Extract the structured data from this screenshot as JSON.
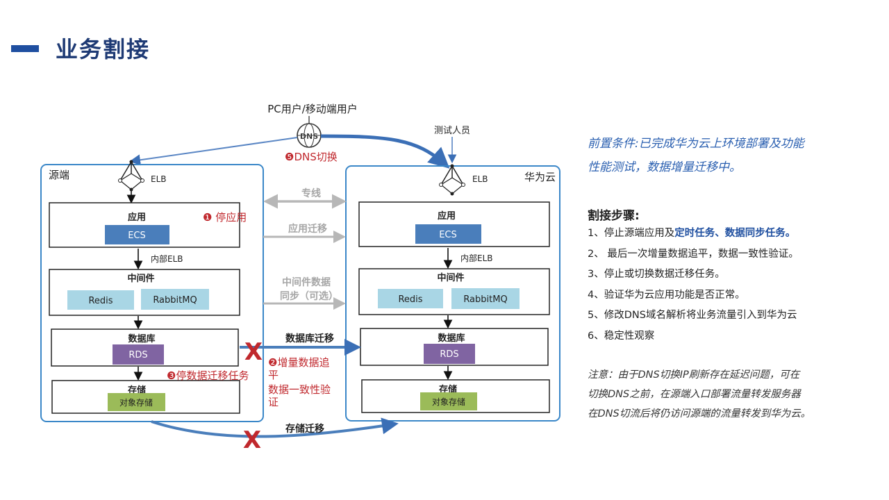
{
  "page": {
    "title": "业务割接",
    "accent": "#1f4fa0"
  },
  "diagram": {
    "users_label": "PC用户/移动端用户",
    "dns_icon": "DNS",
    "tester_label": "测试人员",
    "dns_switch": "❺DNS切换",
    "source": {
      "name": "源端",
      "elb": "ELB",
      "app": "应用",
      "ecs": "ECS",
      "inner_elb": "内部ELB",
      "middleware": "中间件",
      "redis": "Redis",
      "rabbitmq": "RabbitMQ",
      "database": "数据库",
      "rds": "RDS",
      "storage": "存储",
      "object_storage": "对象存储"
    },
    "target": {
      "name": "华为云",
      "elb": "ELB",
      "app": "应用",
      "ecs": "ECS",
      "inner_elb": "内部ELB",
      "middleware": "中间件",
      "redis": "Redis",
      "rabbitmq": "RabbitMQ",
      "database": "数据库",
      "rds": "RDS",
      "storage": "存储",
      "object_storage": "对象存储"
    },
    "links": {
      "dedicated_line": "专线",
      "app_migration": "应用迁移",
      "mw_sync_1": "中间件数据",
      "mw_sync_2": "同步（可选）",
      "db_migration": "数据库迁移",
      "storage_migration": "存储迁移"
    },
    "annotations": {
      "stop_app": "❶ 停应用",
      "incr_line1": "❷增量数据追",
      "incr_line2": "平",
      "incr_line3": "数据一致性验",
      "incr_line4": "证",
      "stop_migration": "❸停数据迁移任务",
      "cross": "X"
    }
  },
  "panel": {
    "precondition_line1": "前置条件:已完成华为云上环境部署及功能",
    "precondition_line2": "性能测试，数据增量迁移中。",
    "steps_title": "割接步骤:",
    "step1_prefix": "1、停止源端应用及",
    "step1_highlight": "定时任务、数据同步任务。",
    "step2": "2、 最后一次增量数据追平，数据一致性验证。",
    "step3": "3、停止或切换数据迁移任务。",
    "step4": "4、验证华为云应用功能是否正常。",
    "step5": "5、修改DNS域名解析将业务流量引入到华为云",
    "step6": "6、稳定性观察",
    "note_line1": "注意：由于DNS切换IP刷新存在延迟问题，可在",
    "note_line2": "切换DNS之前，在源端入口部署流量转发服务器",
    "note_line3": "在DNS切流后将仍访问源端的流量转发到华为云。"
  },
  "colors": {
    "frame_blue": "#3a87c8",
    "ecs_blue": "#4a7ebb",
    "mw_light": "#a9d6e5",
    "rds_purple": "#8064a2",
    "storage_green": "#9bbb59",
    "red": "#c0282d",
    "gray_arrow": "#b7b7b7"
  }
}
